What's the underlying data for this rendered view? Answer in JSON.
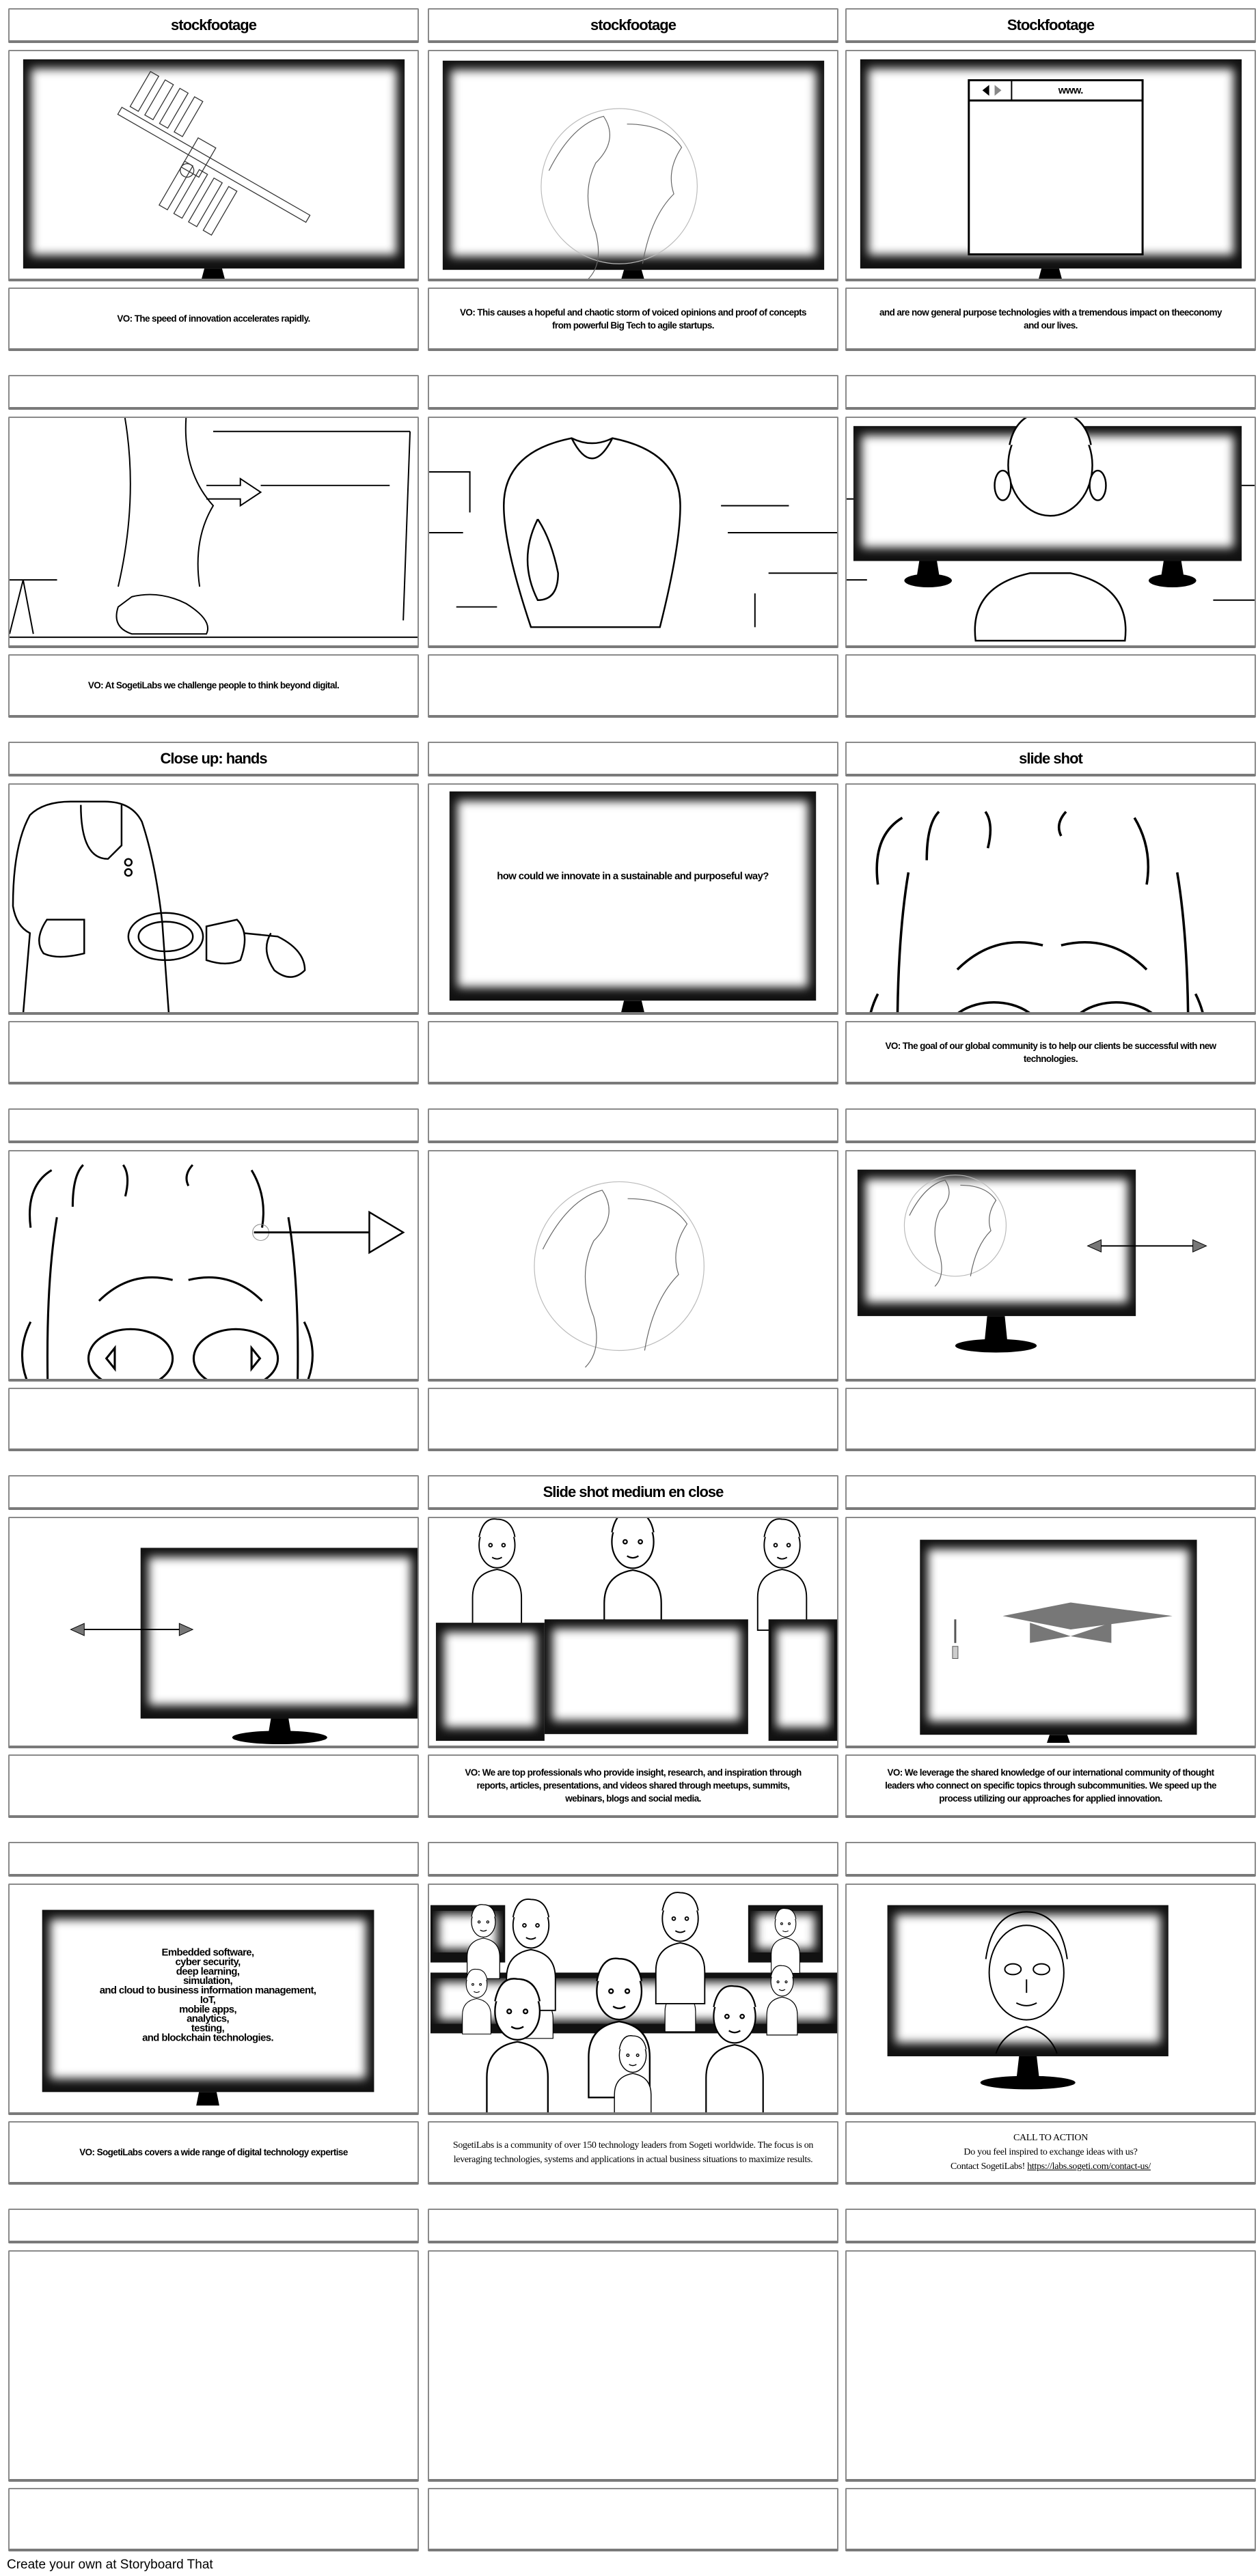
{
  "storyboard": {
    "rows": [
      {
        "cells": [
          {
            "title": "stockfootage",
            "scene": "monitor-space-station-icon",
            "caption_lines": [
              "VO: The speed of innovation accelerates rapidly."
            ]
          },
          {
            "title": "stockfootage",
            "scene": "monitor-globe-icon",
            "caption_lines": [
              "VO: This causes a hopeful and chaotic storm of voiced opinions and proof of concepts",
              "from powerful Big Tech to agile startups."
            ]
          },
          {
            "title": "Stockfootage",
            "scene": "monitor-browser-icon",
            "screen_text": [
              "www."
            ],
            "caption_lines": [
              "and are now general purpose technologies with a tremendous impact on theeconomy",
              "and our lives."
            ]
          }
        ]
      },
      {
        "cells": [
          {
            "title": "",
            "scene": "walking-legs-icon",
            "caption_lines": [
              "VO: At SogetiLabs we challenge people to think beyond digital."
            ]
          },
          {
            "title": "",
            "scene": "shirt-person-icon",
            "caption_lines": []
          },
          {
            "title": "",
            "scene": "head-behind-monitor-icon",
            "caption_lines": []
          }
        ]
      },
      {
        "cells": [
          {
            "title": "Close up: hands",
            "scene": "hands-glasses-icon",
            "caption_lines": []
          },
          {
            "title": "",
            "scene": "monitor-question-icon",
            "screen_text": [
              "how could we innovate in a sustainable and purposeful way?"
            ],
            "caption_lines": []
          },
          {
            "title": "slide shot",
            "scene": "face-closeup-icon",
            "caption_lines": [
              "VO: The goal of our global community is to help our clients be successful with new",
              "technologies."
            ]
          }
        ]
      },
      {
        "cells": [
          {
            "title": "",
            "scene": "face-closeup-arrow-icon",
            "caption_lines": []
          },
          {
            "title": "",
            "scene": "globe-icon",
            "caption_lines": []
          },
          {
            "title": "",
            "scene": "monitor-globe-arrow-icon",
            "caption_lines": []
          }
        ]
      },
      {
        "cells": [
          {
            "title": "",
            "scene": "arrow-monitor-icon",
            "caption_lines": []
          },
          {
            "title": "Slide shot medium en close",
            "scene": "people-with-monitors-icon",
            "caption_lines": [
              "VO: We are top professionals who provide insight, research, and inspiration through",
              "reports, articles, presentations, and videos shared through meetups, summits,",
              "webinars, blogs and social media."
            ]
          },
          {
            "title": "",
            "scene": "monitor-graduation-cap-icon",
            "caption_lines": [
              "VO: We leverage the shared knowledge of our international community of thought",
              "leaders who connect on specific topics through subcommunities. We speed up the",
              "process utilizing our approaches for applied innovation."
            ]
          }
        ]
      },
      {
        "cells": [
          {
            "title": "",
            "scene": "monitor-list-icon",
            "screen_text": [
              "Embedded software,",
              "cyber security,",
              "deep learning,",
              "simulation,",
              "and cloud to business information management,",
              "IoT,",
              "mobile apps,",
              "analytics,",
              "testing,",
              "and blockchain technologies."
            ],
            "caption_lines": [
              "VO: SogetiLabs covers a wide range of digital technology expertise"
            ]
          },
          {
            "title": "",
            "scene": "group-people-icon",
            "caption_lines": [
              "SogetiLabs is a community of over 150 technology leaders from Sogeti worldwide. The focus is on",
              "leveraging technologies, systems and applications in actual business situations to maximize results."
            ]
          },
          {
            "title": "",
            "scene": "monitor-face-icon",
            "caption_lines": [
              "CALL TO ACTION",
              "Do you feel inspired to exchange ideas with us?",
              "Contact SogetiLabs! "
            ],
            "caption_link": "https://labs.sogeti.com/contact-us/"
          }
        ]
      },
      {
        "cells": [
          {
            "title": "",
            "scene": "empty",
            "caption_lines": []
          },
          {
            "title": "",
            "scene": "empty",
            "caption_lines": []
          },
          {
            "title": "",
            "scene": "empty",
            "caption_lines": []
          }
        ]
      }
    ]
  },
  "footer": "Create your own at Storyboard That"
}
